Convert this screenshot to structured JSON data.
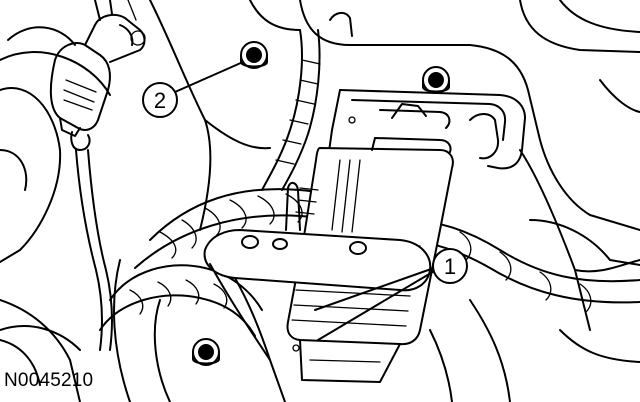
{
  "callouts": [
    {
      "label": "1"
    },
    {
      "label": "2"
    }
  ],
  "figure_id": "N0045210"
}
